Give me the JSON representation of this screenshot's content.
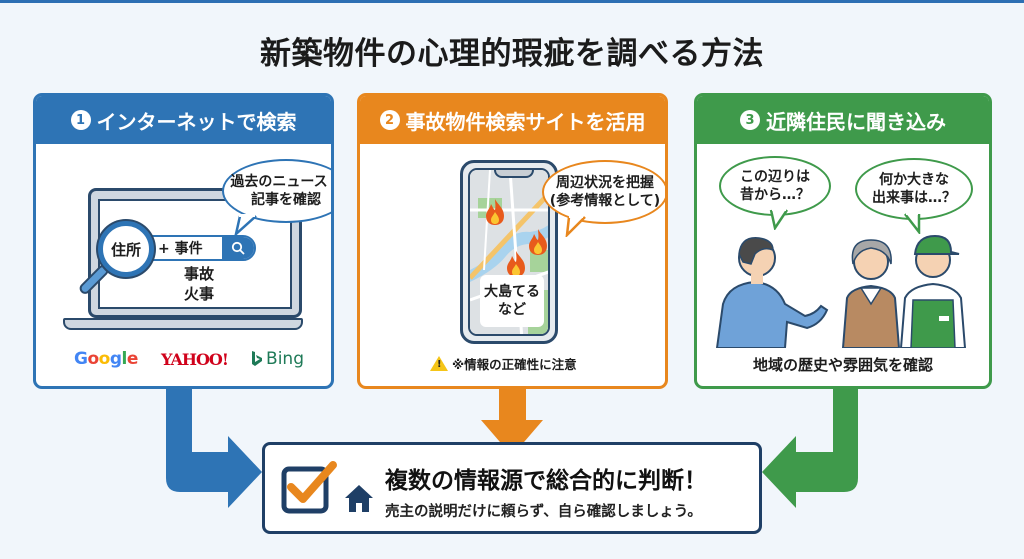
{
  "title": "新築物件の心理的瑕疵を調べる方法",
  "colors": {
    "blue": "#2e74b5",
    "orange": "#e8871e",
    "green": "#3f9a4b",
    "navy": "#1f3f66",
    "background": "#f1f6fb"
  },
  "cards": [
    {
      "number": "1",
      "heading": "インターネットで検索",
      "bubble": [
        "過去のニュース・",
        "記事を確認"
      ],
      "search": {
        "lens_text": "住所",
        "query": "+ 事件",
        "extra_keywords": [
          "事故",
          "火事"
        ],
        "icon": "search-icon"
      },
      "engines": [
        "Google",
        "YAHOO!",
        "Bing"
      ]
    },
    {
      "number": "2",
      "heading": "事故物件検索サイトを活用",
      "bubble": [
        "周辺状況を把握",
        "(参考情報として)"
      ],
      "phone_label": [
        "大島てる",
        "など"
      ],
      "map_icons": [
        "fire-icon",
        "fire-icon",
        "fire-icon"
      ],
      "warning": "※情報の正確性に注意"
    },
    {
      "number": "3",
      "heading": "近隣住民に聞き込み",
      "bubbles": [
        [
          "この辺りは",
          "昔から…？"
        ],
        [
          "何か大きな",
          "出来事は…？"
        ]
      ],
      "caption": "地域の歴史や雰囲気を確認"
    }
  ],
  "summary": {
    "main": "複数の情報源で総合的に判断！",
    "sub": "売主の説明だけに頼らず、自ら確認しましょう。"
  }
}
